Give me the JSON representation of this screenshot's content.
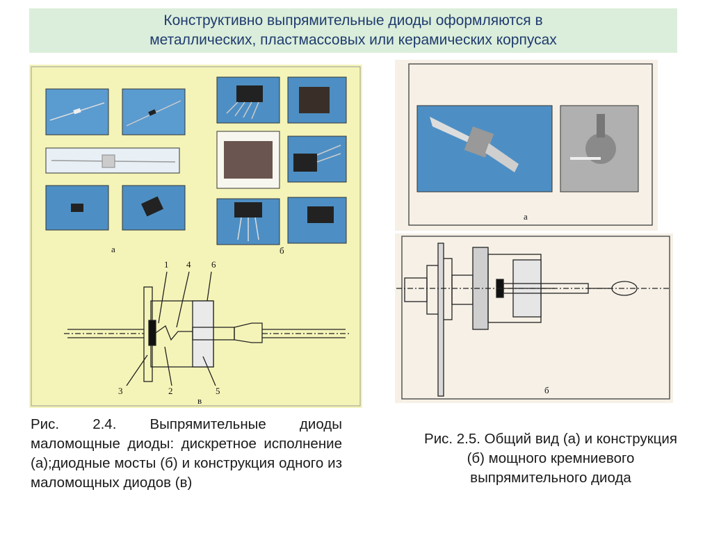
{
  "title": {
    "line1": "Конструктивно выпрямительные диоды оформляются в",
    "line2": "металлических, пластмассовых или керамических корпусах"
  },
  "fig24": {
    "label_a": "а",
    "label_b": "б",
    "label_v": "в",
    "callouts": {
      "n1": "1",
      "n2": "2",
      "n3": "3",
      "n4": "4",
      "n5": "5",
      "n6": "6"
    },
    "caption": "Рис. 2.4. Выпрямительные диоды маломощные диоды: дискретное исполнение (а);диодные мосты (б) и конструкция одного из маломощных диодов (в)"
  },
  "fig25": {
    "label_a": "а",
    "label_b": "б",
    "caption": "Рис. 2.5. Общий вид (а) и конструкция (б) мощного кремниевого выпрямительного диода"
  },
  "colors": {
    "title_bg": "#dbeedb",
    "title_text": "#1f3b6e",
    "fig_bg": "#f4f4b8",
    "photo_blue": "#4d8fc4"
  }
}
